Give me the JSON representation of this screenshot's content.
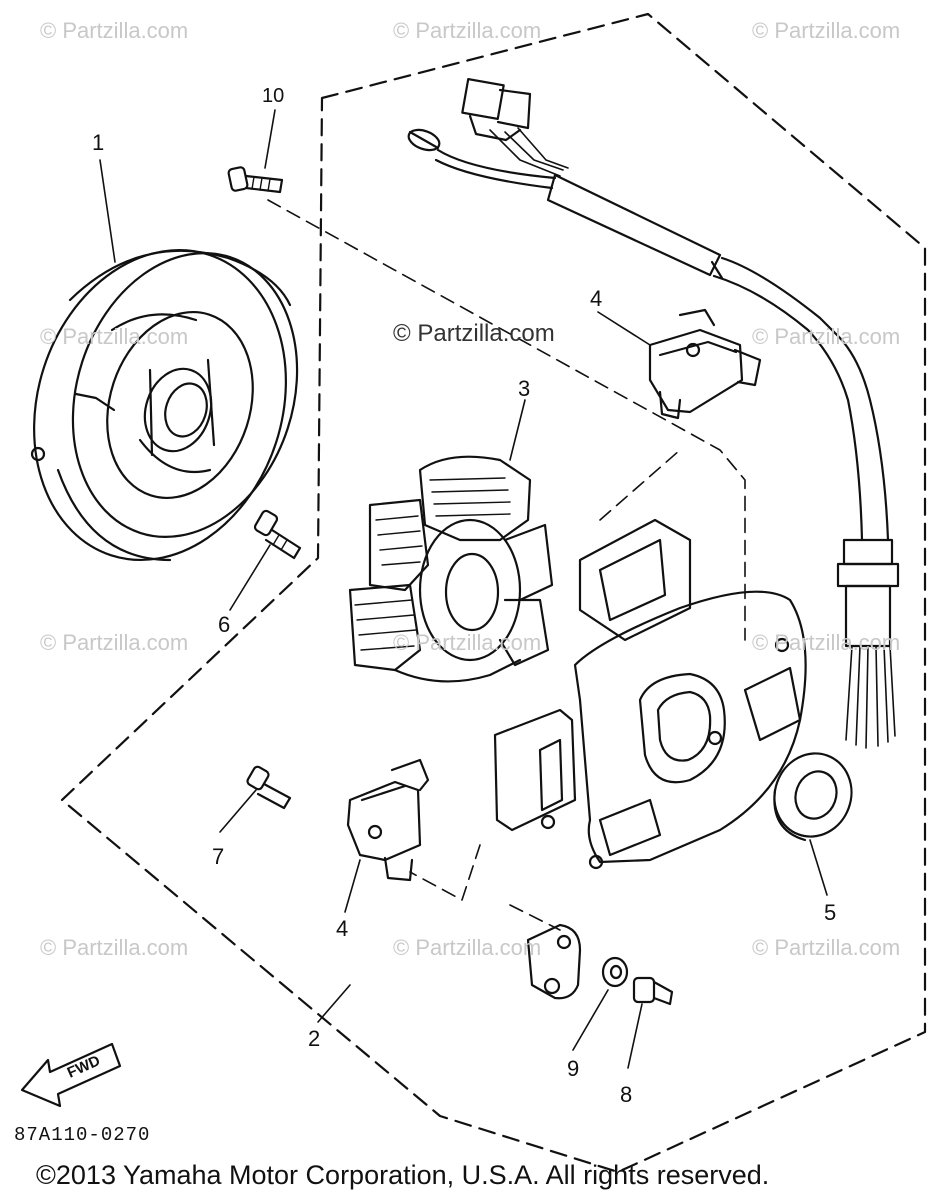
{
  "watermarks": {
    "partzilla": "© Partzilla.com",
    "center": "© Partzilla.com"
  },
  "callouts": {
    "c1": "1",
    "c2": "2",
    "c3": "3",
    "c4a": "4",
    "c4b": "4",
    "c5": "5",
    "c6": "6",
    "c7": "7",
    "c8": "8",
    "c9": "9",
    "c10": "10"
  },
  "fwd_label": "FWD",
  "diagram_code": "87A110-0270",
  "copyright": "©2013 Yamaha Motor Corporation, U.S.A. All rights reserved."
}
